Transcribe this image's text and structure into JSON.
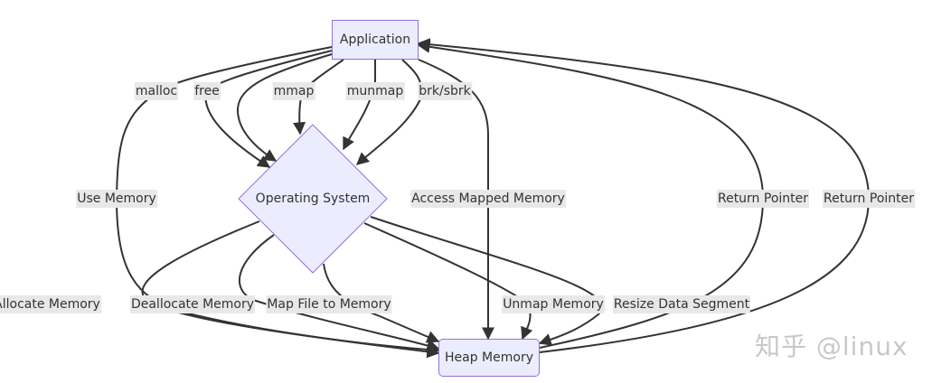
{
  "nodes": {
    "application": "Application",
    "operating_system": "Operating System",
    "heap_memory": "Heap Memory"
  },
  "edges": {
    "malloc": "malloc",
    "free": "free",
    "mmap": "mmap",
    "munmap": "munmap",
    "brk_sbrk": "brk/sbrk",
    "use_memory": "Use Memory",
    "access_mapped_memory": "Access Mapped Memory",
    "return_pointer_1": "Return Pointer",
    "return_pointer_2": "Return Pointer",
    "allocate_memory": "Allocate Memory",
    "deallocate_memory": "Deallocate Memory",
    "map_file_to_memory": "Map File to Memory",
    "unmap_memory": "Unmap Memory",
    "resize_data_segment": "Resize Data Segment"
  },
  "watermark": "知乎 @linux",
  "colors": {
    "node_fill": "#ececff",
    "node_border": "#9370db",
    "edge": "#333333",
    "label_bg": "#e8e8e8"
  }
}
